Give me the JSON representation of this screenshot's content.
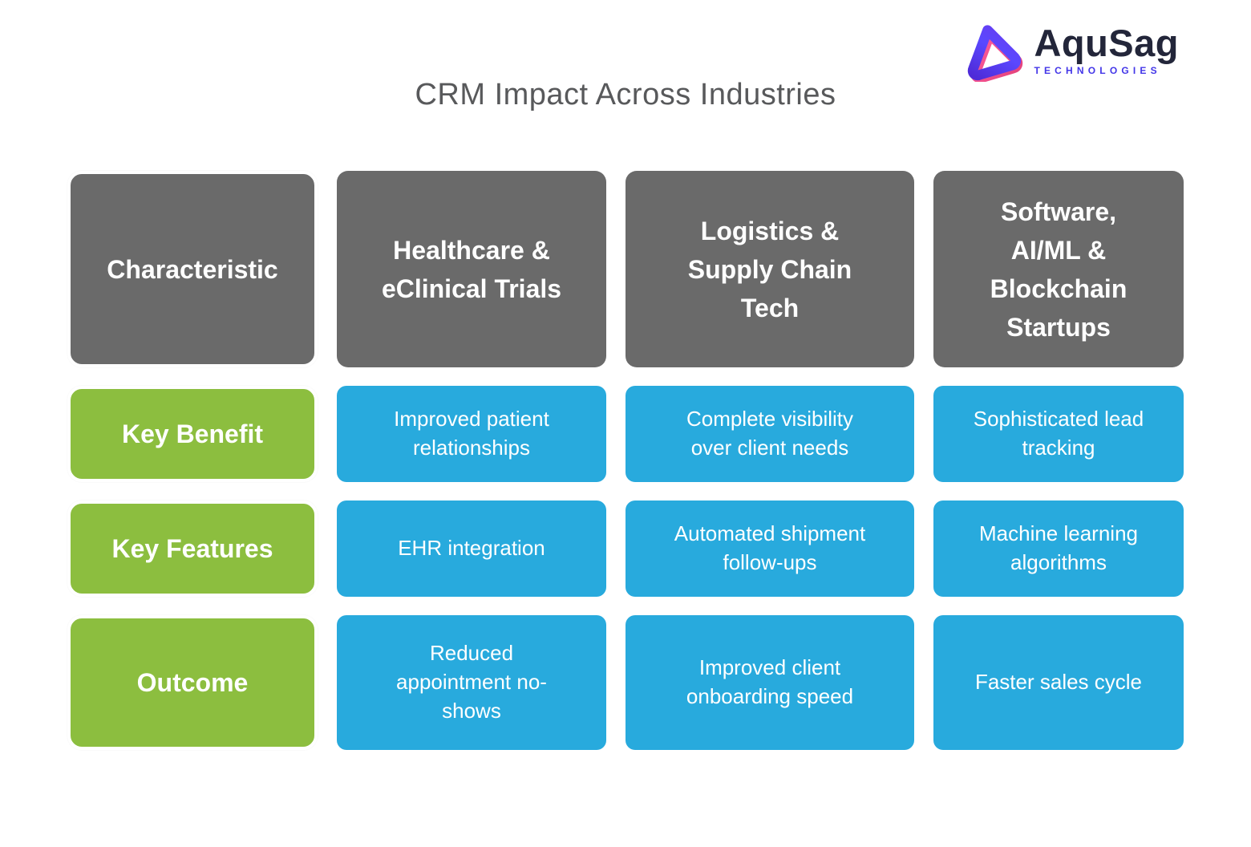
{
  "title": "CRM Impact Across Industries",
  "logo": {
    "name": "AquSag",
    "subtitle": "TECHNOLOGIES"
  },
  "colors": {
    "header_bg": "#6A6A6A",
    "row_label_bg": "#8CBE3F",
    "value_cell_bg": "#28AADD",
    "cell_text": "#FFFFFF",
    "title_text": "#58595B",
    "logo_wordmark": "#23263A",
    "logo_subtitle": "#4336E8",
    "logo_gradient": [
      "#5B2BE0",
      "#5A48FF",
      "#E6447E"
    ]
  },
  "chart_data": {
    "type": "table",
    "title": "CRM Impact Across Industries",
    "columns": [
      "Characteristic",
      "Healthcare & eClinical Trials",
      "Logistics & Supply Chain Tech",
      "Software, AI/ML & Blockchain Startups"
    ],
    "rows": [
      [
        "Key Benefit",
        "Improved patient relationships",
        "Complete visibility over client needs",
        "Sophisticated lead tracking"
      ],
      [
        "Key Features",
        "EHR integration",
        "Automated shipment follow-ups",
        "Machine learning algorithms"
      ],
      [
        "Outcome",
        "Reduced appointment no-shows",
        "Improved client onboarding speed",
        "Faster sales cycle"
      ]
    ]
  }
}
